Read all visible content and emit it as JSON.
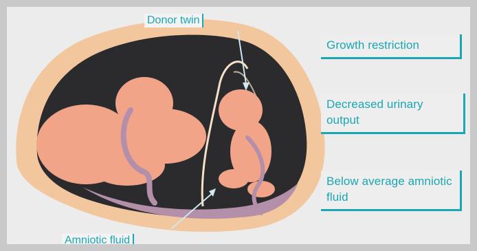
{
  "labels": {
    "donor_twin": "Donor twin",
    "amniotic_fluid": "Amniotic fluid"
  },
  "callouts": [
    {
      "text": "Growth restriction"
    },
    {
      "text": "Decreased urinary output"
    },
    {
      "text": "Below average amniotic fluid"
    }
  ],
  "colors": {
    "accent": "#1aa6b3",
    "uterus_wall": "#f3c79e",
    "cavity": "#2b2b2e",
    "fetus": "#f2a488",
    "fluid": "#c7a5ba",
    "background": "#ececed"
  }
}
